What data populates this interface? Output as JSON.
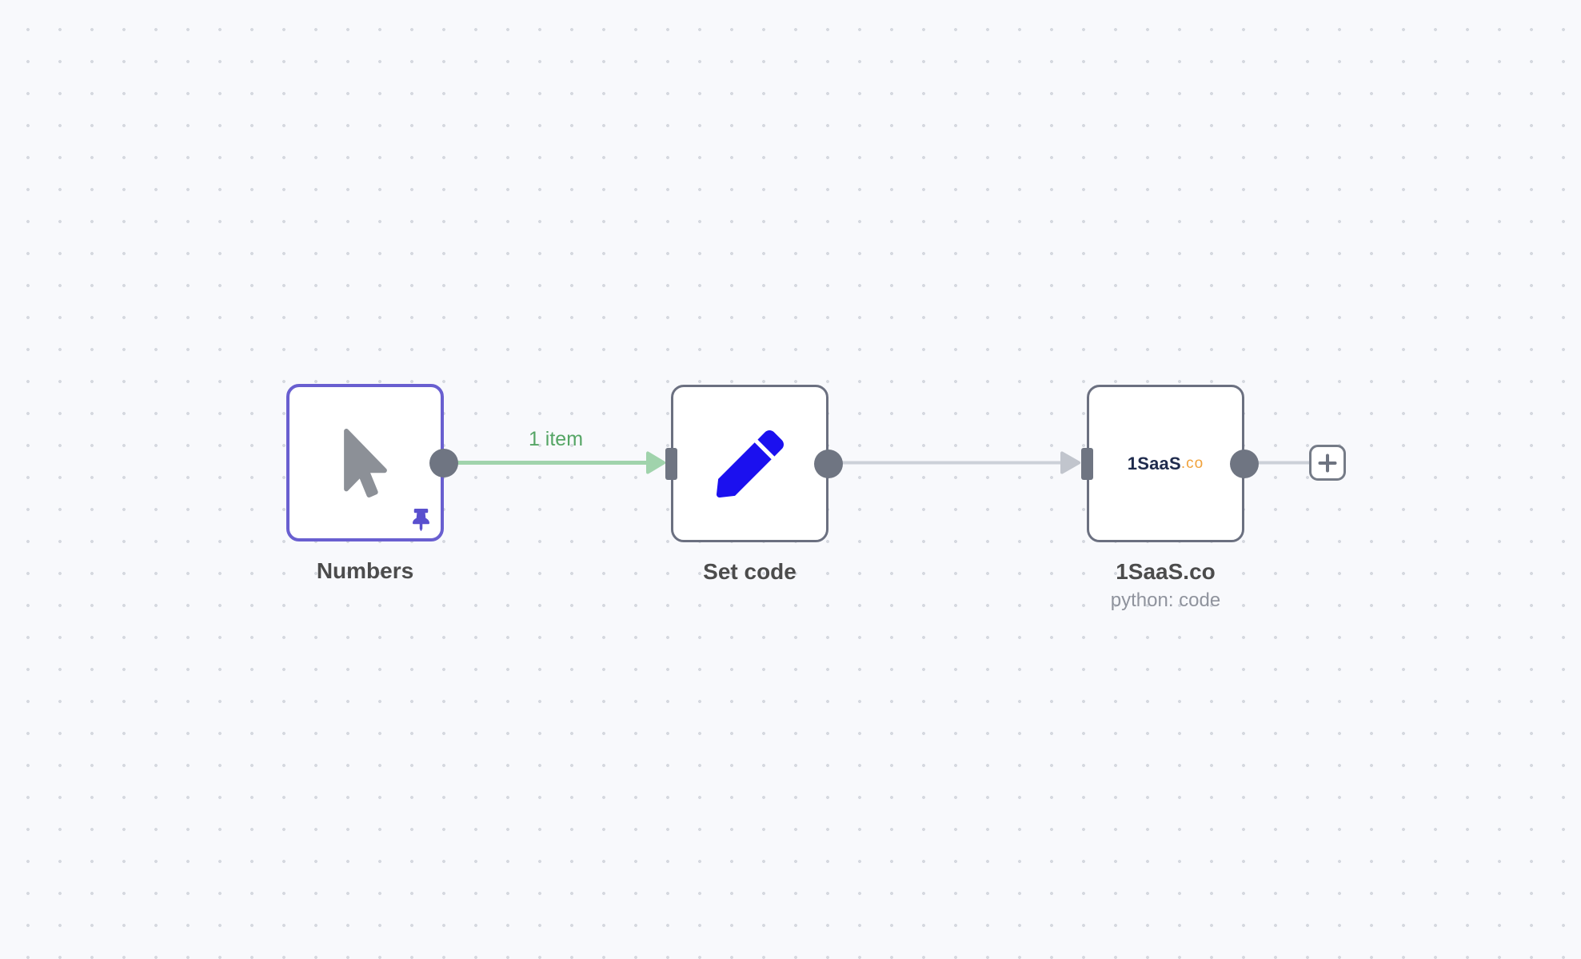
{
  "app": {
    "name": "workflow-editor-canvas"
  },
  "nodes": [
    {
      "label": "Numbers",
      "icon": "mouse-pointer-icon",
      "state": "selected",
      "pinned": true,
      "pin_icon": "pin-icon"
    },
    {
      "label": "Set code",
      "icon": "pencil-icon",
      "state": "default"
    },
    {
      "label": "1SaaS.co",
      "subtitle": "python: code",
      "icon": "1saas-logo",
      "logo_text": "1SaaS",
      "logo_suffix": ".co",
      "state": "default"
    }
  ],
  "connections": [
    {
      "from": "Numbers",
      "to": "Set code",
      "label": "1 item",
      "status": "success"
    },
    {
      "from": "Set code",
      "to": "1SaaS.co",
      "label": "",
      "status": "default"
    }
  ],
  "canvas": {
    "add_button_icon": "plus-icon"
  },
  "colors": {
    "canvas_bg": "#f8f9fc",
    "dot": "#d6d9e0",
    "node_bg": "#ffffff",
    "node_border": "#6b7080",
    "selected_border": "#695fd0",
    "endpoint": "#6f7582",
    "connector_gray": "#ccd0d8",
    "arrow_gray": "#c1c5cd",
    "connector_green": "#a0d3ac",
    "green_text": "#55a565",
    "label": "#4c4c4c",
    "subtitle": "#8f939d",
    "pencil_blue": "#1b10ef",
    "cursor_gray": "#8c9097",
    "pin_purple": "#5a50ce",
    "logo_navy": "#1f2b4d",
    "logo_orange": "#f0a23c",
    "plus_border": "#757b87",
    "plus_glyph": "#6d7380"
  }
}
